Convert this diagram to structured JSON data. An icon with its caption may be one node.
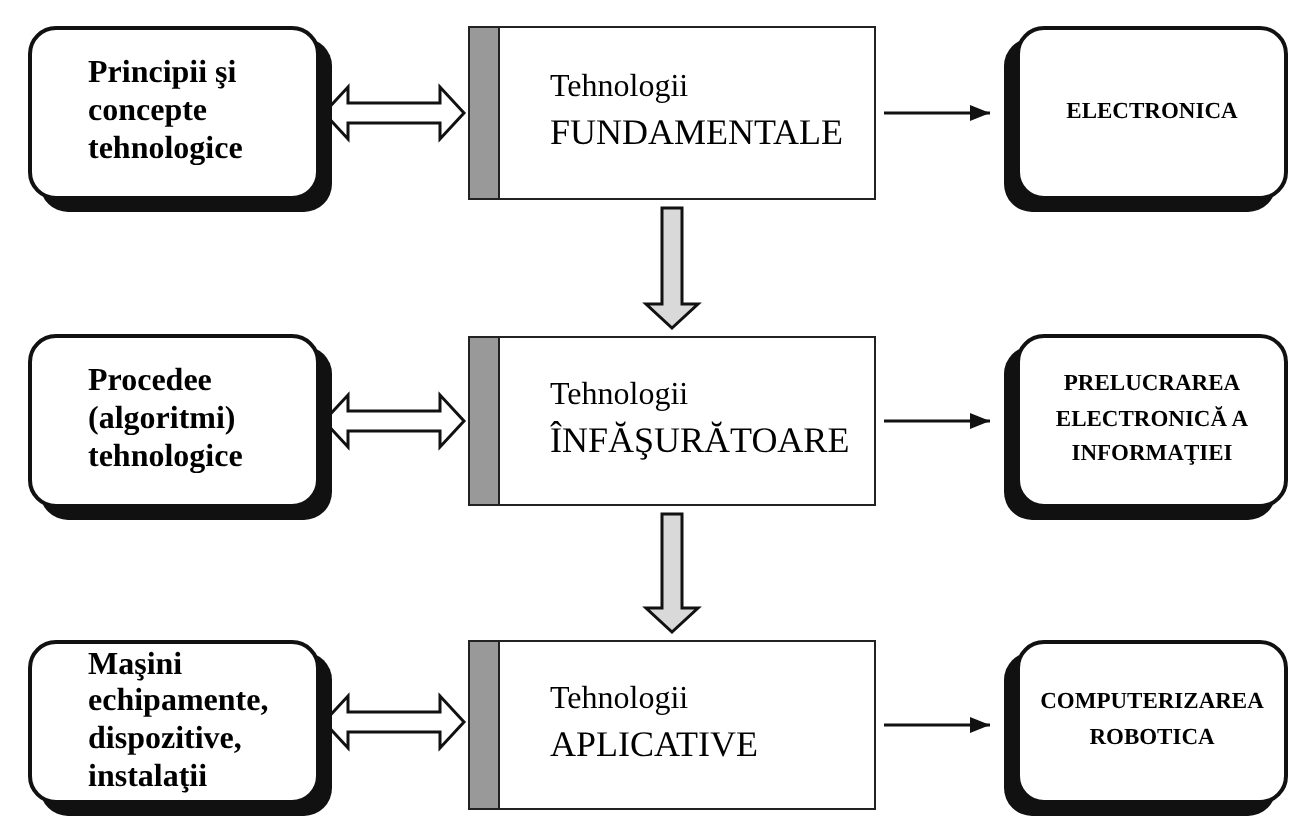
{
  "diagram": {
    "nodes": [
      {
        "text": [
          "Principii şi concepte tehnologice"
        ]
      },
      {
        "text": [
          "Tehnologii",
          "FUNDAMENTALE"
        ]
      },
      {
        "text": [
          "ELECTRONICA"
        ]
      },
      {
        "text": [
          "Procedee (algoritmi) tehnologice"
        ]
      },
      {
        "text": [
          "Tehnologii",
          "ÎNFĂŞURĂTOARE"
        ]
      },
      {
        "text": [
          "PRELUCRAREA ELECTRONICĂ A INFORMAŢIEI"
        ]
      },
      {
        "text": [
          "Maşini echipamente, dispozitive, instalaţii"
        ]
      },
      {
        "text": [
          "Tehnologii",
          "APLICATIVE"
        ]
      },
      {
        "text": [
          "COMPUTERIZAREA ROBOTICA"
        ]
      }
    ],
    "edges": [
      {
        "from": 0,
        "to": 1,
        "arrow": "both",
        "style": "thick"
      },
      {
        "from": 1,
        "to": 2,
        "arrow": "to"
      },
      {
        "from": 1,
        "to": 4,
        "arrow": "to",
        "style": "thick",
        "color": "#d9d9d9"
      },
      {
        "from": 3,
        "to": 4,
        "arrow": "both",
        "style": "thick"
      },
      {
        "from": 4,
        "to": 5,
        "arrow": "to"
      },
      {
        "from": 4,
        "to": 7,
        "arrow": "to",
        "style": "thick",
        "color": "#d9d9d9"
      },
      {
        "from": 6,
        "to": 7,
        "arrow": "both",
        "style": "thick"
      },
      {
        "from": 7,
        "to": 8,
        "arrow": "to"
      }
    ]
  }
}
